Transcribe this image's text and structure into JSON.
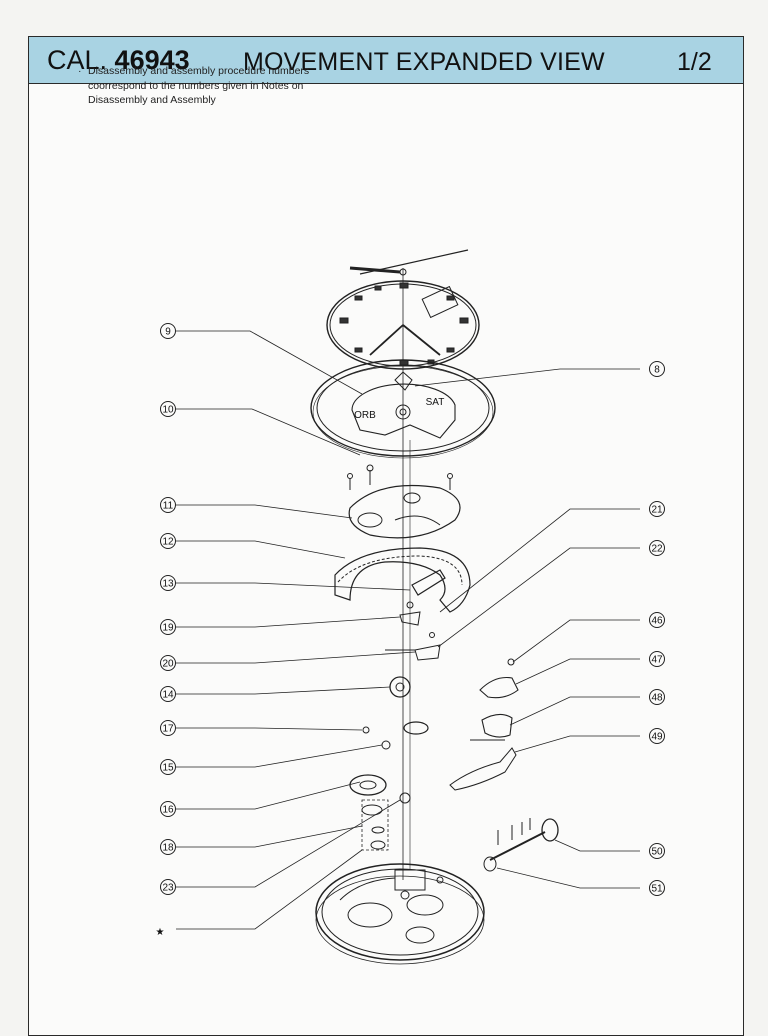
{
  "header": {
    "cal_prefix": "CAL.",
    "cal_number": "46943",
    "title": "MOVEMENT EXPANDED VIEW",
    "page": "1/2"
  },
  "note": {
    "bullet": "·",
    "text": "Disassembly and assembly procedure numbers coorrespond to the numbers given in Notes on Disassembly and Assembly"
  },
  "callouts_left": [
    "9",
    "10",
    "11",
    "12",
    "13",
    "19",
    "20",
    "14",
    "17",
    "15",
    "16",
    "18",
    "23",
    "★"
  ],
  "callouts_right": [
    "8",
    "21",
    "22",
    "46",
    "47",
    "48",
    "49",
    "50",
    "51"
  ]
}
